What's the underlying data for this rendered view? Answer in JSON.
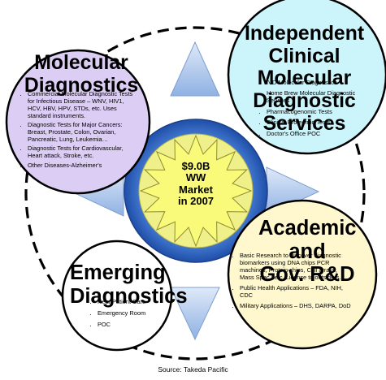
{
  "center": {
    "lines": [
      "$9.0B",
      "WW",
      "Market",
      "in 2007"
    ]
  },
  "molecular": {
    "title": "Molecular\nDiagnostics",
    "items": [
      "Commercial Molecular Diagnostic Tests for Infectious Disease – WNV, HIV1, HCV, HBV, HPV, STDs, etc. Uses standard instruments.",
      "Diagnostic Tests for Major Cancers: Breast, Prostate, Colon, Ovarian, Pancreatic, Lung, Leukemia…",
      "Diagnostic Tests for Cardiovascular, Heart attack, Stroke, etc.",
      "Other Diseases-Alzheimer's"
    ]
  },
  "independent": {
    "title": "Independent\nClinical Molecular\nDiagnostic Services",
    "items": [
      "IVD Molecular Diagnostics",
      "Home Brew Molecular Diagnostic Services",
      "Pharmacogenomic Tests",
      "Clinical Proteomic Tests",
      "Doctor's Office POC"
    ]
  },
  "academic": {
    "title": "Academic and\nGov. R&D",
    "items": [
      "Basic Research to discover diagnostic biomarkers using DNA chips PCR machines, Protein chips, Cell arrays, Mass Spec., etc. License to outsiders.",
      "Public Health Applications – FDA, NIH, CDC",
      "Military Applications – DHS, DARPA, DoD"
    ]
  },
  "emerging": {
    "title": "Emerging\nDiagnostics",
    "items": [
      "Near Patient Care",
      "Emergency Room",
      "POC"
    ]
  },
  "source": "Source: Takeda Pacific",
  "colors": {
    "molecular_fill": "#dccdf4",
    "independent_fill": "#ccf4fb",
    "academic_fill": "#fff8cf",
    "emerging_fill": "#ffffff",
    "center_ring": "#2f66c8",
    "star_fill": "#f4f48a",
    "triangle_fill": "#b7cfee"
  }
}
